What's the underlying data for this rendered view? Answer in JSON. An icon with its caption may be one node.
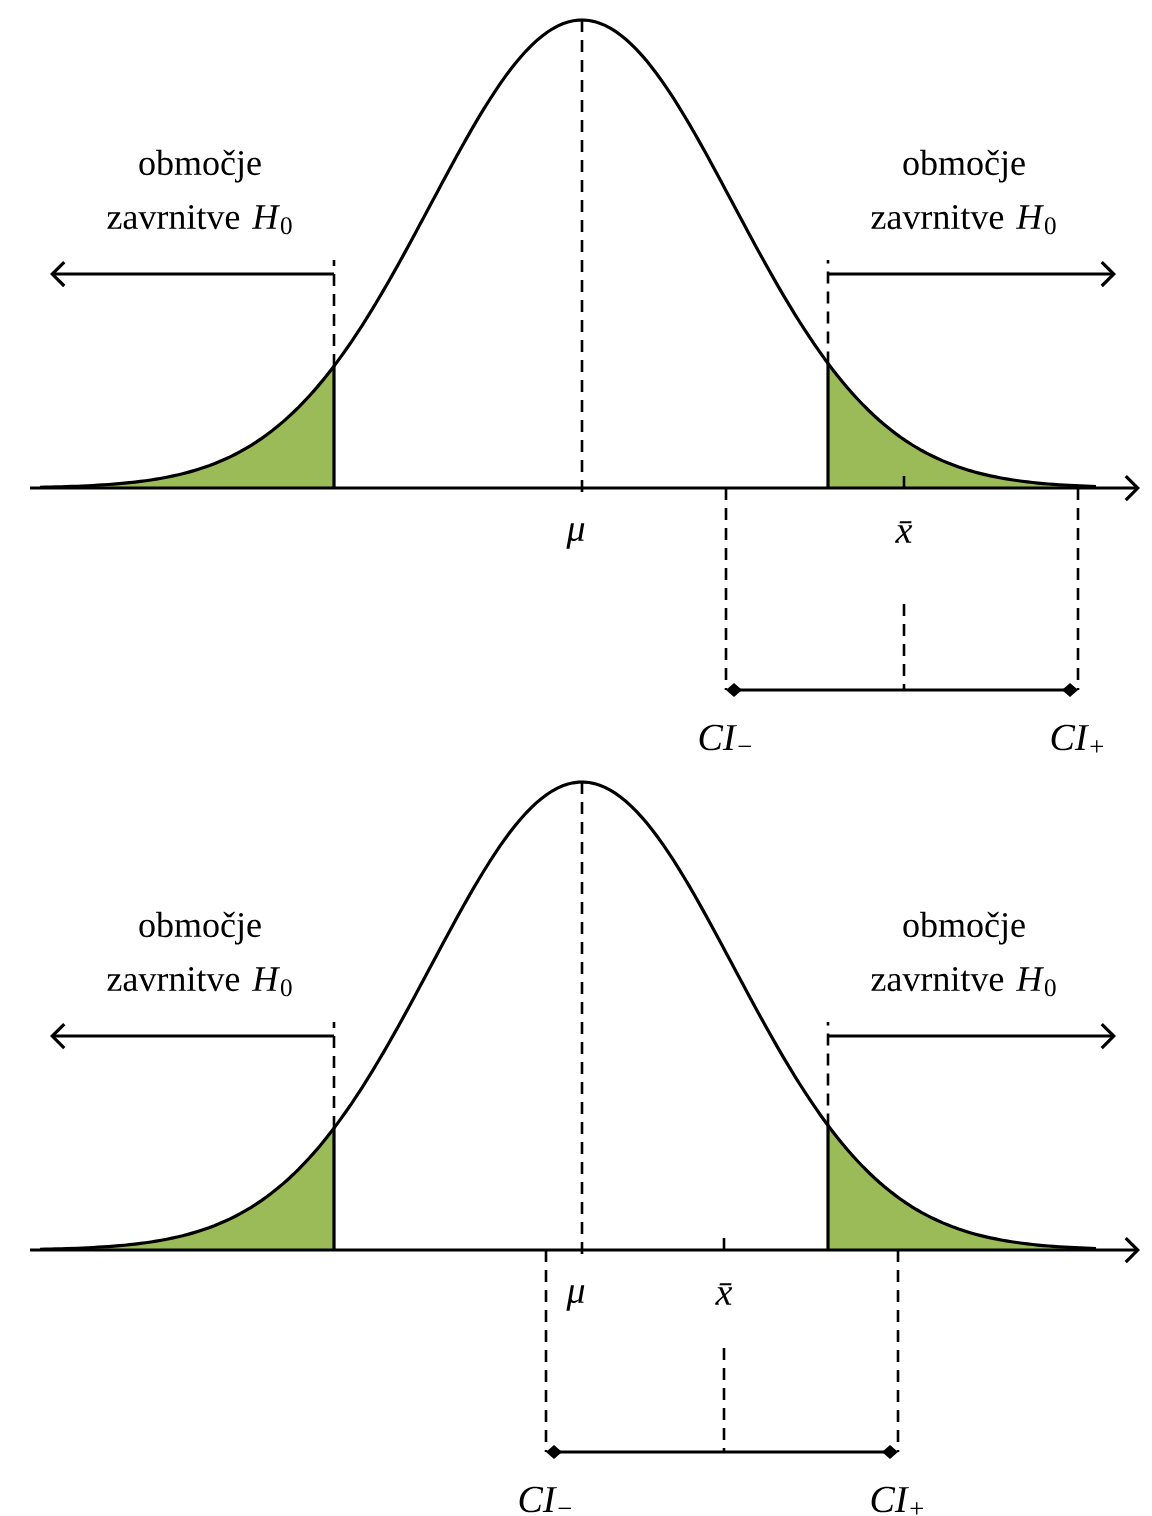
{
  "diagram": {
    "labels": [
      "območje zavrnitve *H*$_{0}$",
      "območje zavrnitve *H*$_{0}$",
      "μ",
      "x̄",
      "CI$_{−}$",
      "CI$_{+}$",
      "območje zavrnitve *H*$_{0}$",
      "območje zavrnitve *H*$_{0}$",
      "μ",
      "x̄",
      "CI$_{−}$",
      "CI$_{+}$"
    ]
  }
}
